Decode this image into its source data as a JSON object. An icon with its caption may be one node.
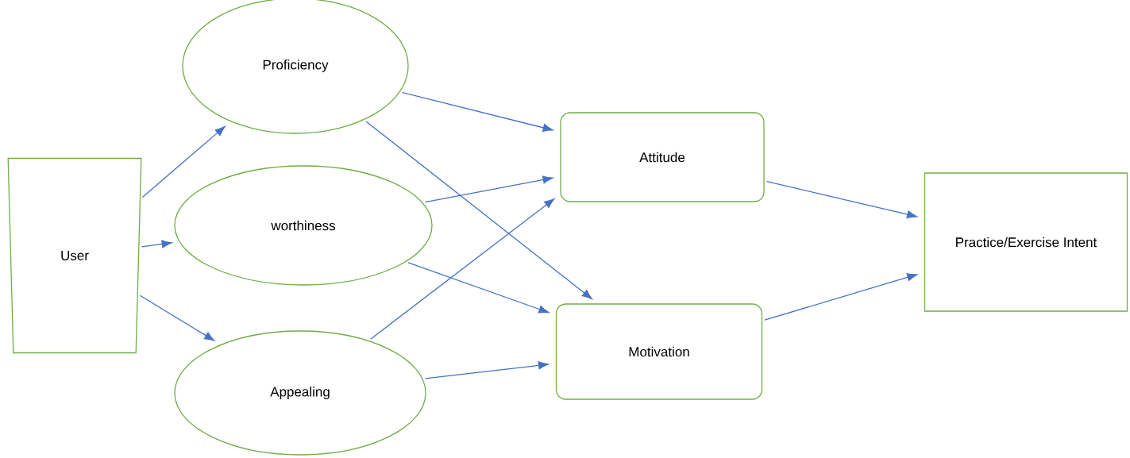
{
  "diagram": {
    "nodes": [
      {
        "text": [
          "User"
        ]
      },
      {
        "text": [
          "Proficiency"
        ]
      },
      {
        "text": [
          "worthiness"
        ]
      },
      {
        "text": [
          "Appealing"
        ]
      },
      {
        "text": [
          "Attitude"
        ]
      },
      {
        "text": [
          "Motivation"
        ]
      },
      {
        "text": [
          "Practice/Exercise Intent"
        ]
      }
    ],
    "edges": [
      {
        "from": 0,
        "to": 1,
        "arrow": "to"
      },
      {
        "from": 0,
        "to": 2,
        "arrow": "to"
      },
      {
        "from": 0,
        "to": 3,
        "arrow": "to"
      },
      {
        "from": 1,
        "to": 4,
        "arrow": "to"
      },
      {
        "from": 1,
        "to": 5,
        "arrow": "to"
      },
      {
        "from": 2,
        "to": 4,
        "arrow": "to"
      },
      {
        "from": 2,
        "to": 5,
        "arrow": "to"
      },
      {
        "from": 3,
        "to": 4,
        "arrow": "to"
      },
      {
        "from": 3,
        "to": 5,
        "arrow": "to"
      },
      {
        "from": 4,
        "to": 6,
        "arrow": "to"
      },
      {
        "from": 5,
        "to": 6,
        "arrow": "to"
      }
    ]
  }
}
